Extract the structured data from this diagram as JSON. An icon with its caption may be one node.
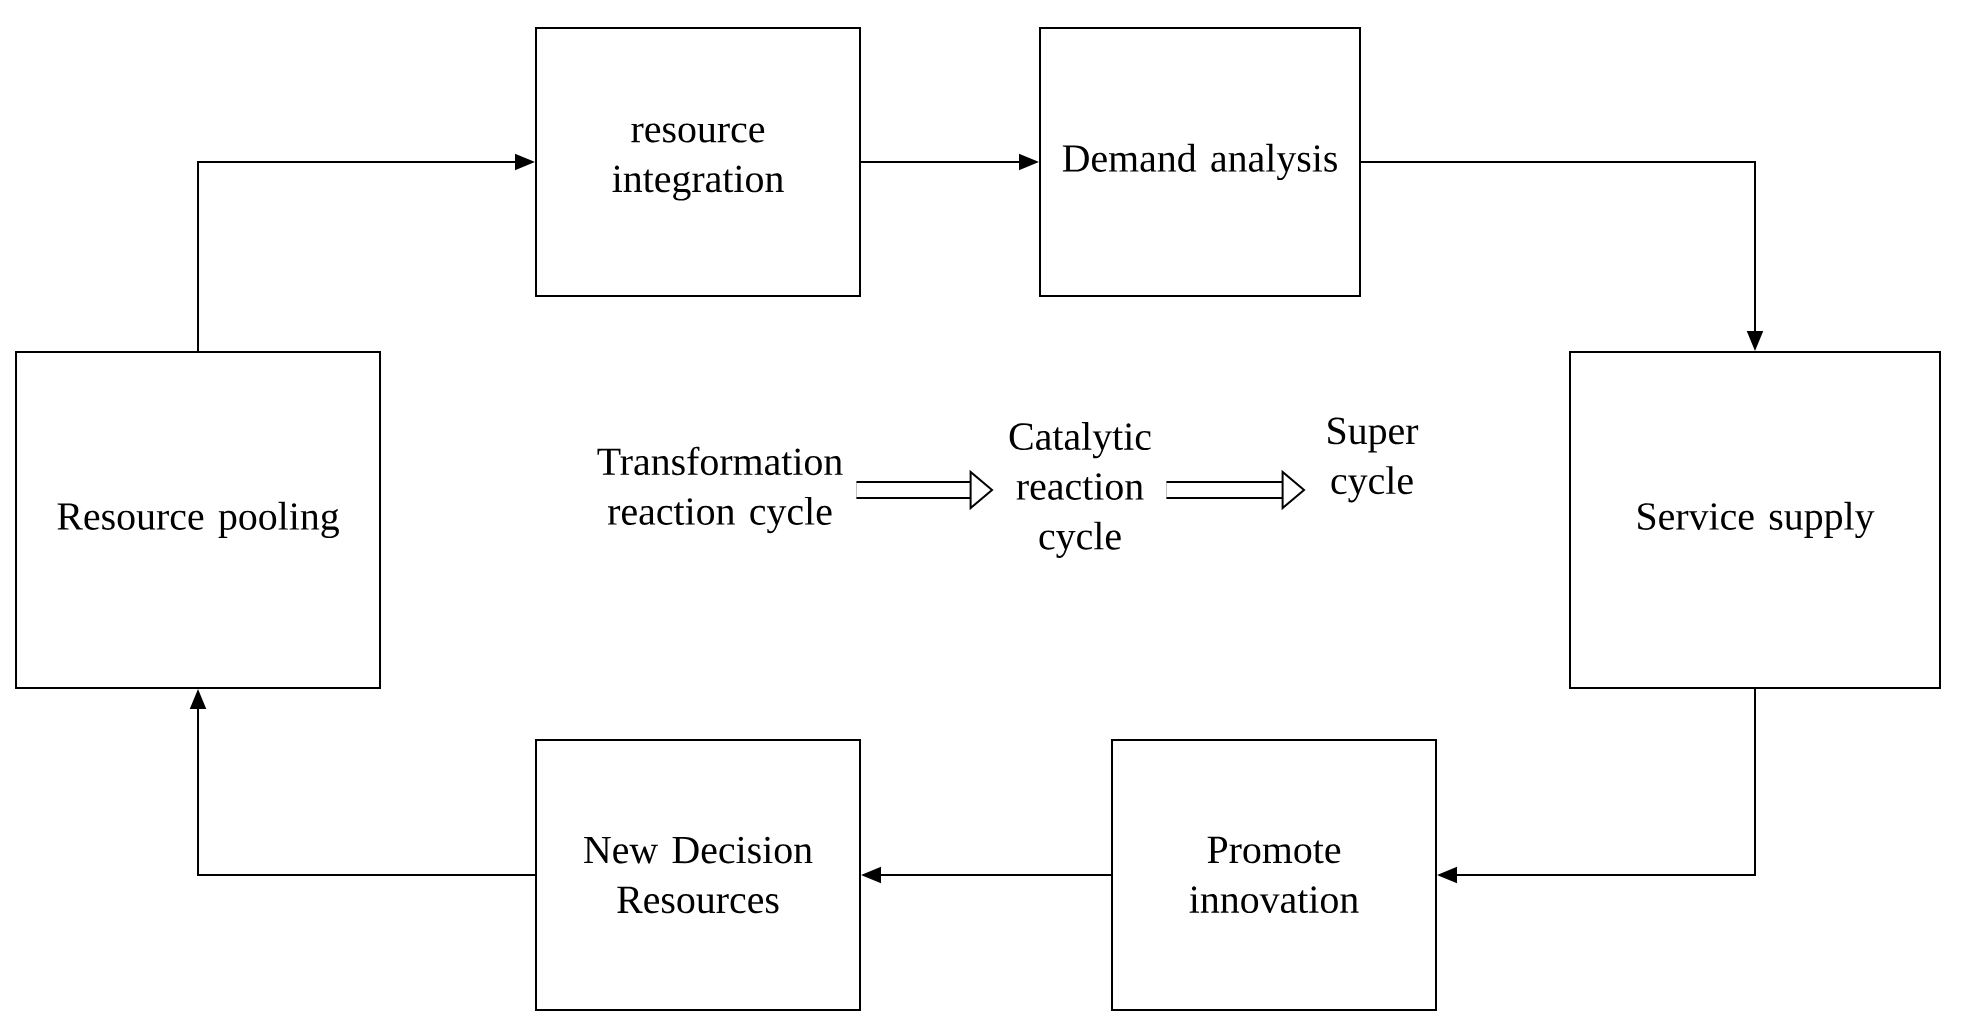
{
  "diagram": {
    "nodes": [
      {
        "text": [
          "Resource pooling"
        ]
      },
      {
        "text": [
          "resource integration"
        ]
      },
      {
        "text": [
          "Demand analysis"
        ]
      },
      {
        "text": [
          "Service supply"
        ]
      },
      {
        "text": [
          "Promote innovation"
        ]
      },
      {
        "text": [
          "New Decision Resources"
        ]
      },
      {
        "text": [
          "Transformation reaction cycle"
        ]
      },
      {
        "text": [
          "Catalytic reaction cycle"
        ]
      },
      {
        "text": [
          "Super cycle"
        ]
      }
    ],
    "edges": [
      {
        "from": 0,
        "to": 1,
        "arrow": "to"
      },
      {
        "from": 1,
        "to": 2,
        "arrow": "to"
      },
      {
        "from": 2,
        "to": 3,
        "arrow": "to"
      },
      {
        "from": 3,
        "to": 4,
        "arrow": "to"
      },
      {
        "from": 4,
        "to": 5,
        "arrow": "to"
      },
      {
        "from": 5,
        "to": 0,
        "arrow": "to"
      },
      {
        "from": 6,
        "to": 7,
        "arrow": "to",
        "style": "thick"
      },
      {
        "from": 7,
        "to": 8,
        "arrow": "to",
        "style": "thick"
      }
    ]
  }
}
